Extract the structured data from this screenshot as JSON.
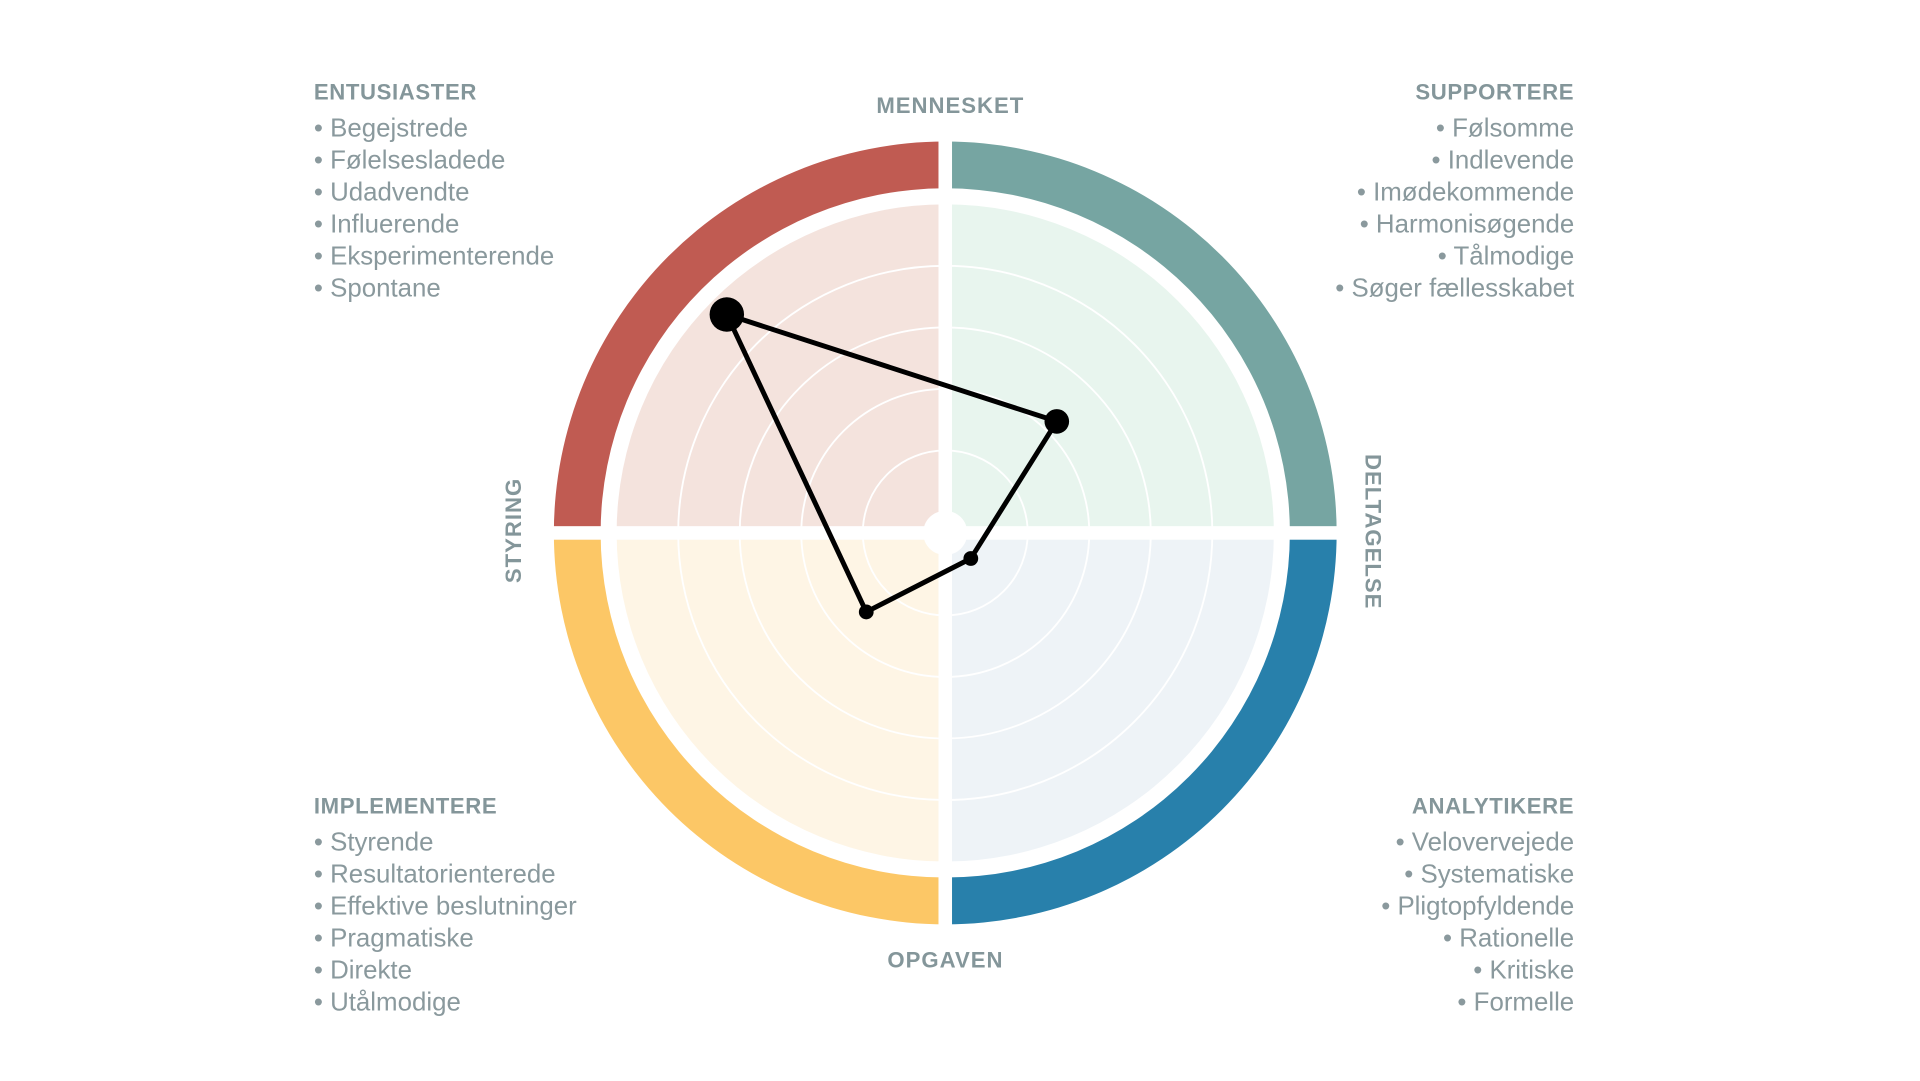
{
  "axes": {
    "top": "MENNESKET",
    "bottom": "OPGAVEN",
    "left": "STYRING",
    "right": "DELTAGELSE"
  },
  "groups": [
    {
      "id": "entusiaster",
      "title": "ENTUSIASTER",
      "items": [
        "• Begejstrede",
        "• Følelsesladede",
        "• Udadvendte",
        "• Influerende",
        "• Eksperimenterende",
        "• Spontane"
      ]
    },
    {
      "id": "supportere",
      "title": "SUPPORTERE",
      "items": [
        "• Følsomme",
        "• Indlevende",
        "• Imødekommende",
        "• Harmonisøgende",
        "• Tålmodige",
        "• Søger fællesskabet"
      ]
    },
    {
      "id": "implementere",
      "title": "IMPLEMENTERE",
      "items": [
        "• Styrende",
        "• Resultatorienterede",
        "• Effektive beslutninger",
        "• Pragmatiske",
        "• Direkte",
        "• Utålmodige"
      ]
    },
    {
      "id": "analytikere",
      "title": "ANALYTIKERE",
      "items": [
        "• Velovervejede",
        "• Systematiske",
        "• Pligtopfyldende",
        "• Rationelle",
        "• Kritiske",
        "• Formelle"
      ]
    }
  ],
  "colors": {
    "entusiaster": {
      "ring": "#C05B52",
      "fill": "#F4E3DD"
    },
    "supportere": {
      "ring": "#76A5A2",
      "fill": "#E8F5EE"
    },
    "analytikere": {
      "ring": "#2880AB",
      "fill": "#EEF3F7"
    },
    "implementere": {
      "ring": "#FCC766",
      "fill": "#FEF5E5"
    }
  },
  "chart_data": {
    "type": "radar",
    "scale_max": 100,
    "rings": 5,
    "points": [
      {
        "quadrant": "entusiaster",
        "value": 94
      },
      {
        "quadrant": "supportere",
        "value": 48
      },
      {
        "quadrant": "analytikere",
        "value": 11
      },
      {
        "quadrant": "implementere",
        "value": 34
      }
    ]
  }
}
